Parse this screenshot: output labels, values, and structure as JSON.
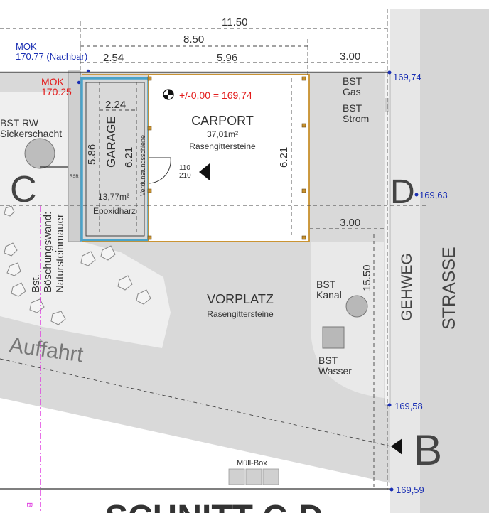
{
  "colors": {
    "ground": "#d9d9d9",
    "gehweg": "#e7e7e7",
    "strasse": "#d6d6d6",
    "garage_outline": "#4aa3c9",
    "carport_outline": "#c8912e",
    "mok_blue": "#1a2fb3",
    "mok_red": "#e31b1b",
    "point_blue": "#1a2fb3",
    "line": "#444444",
    "text": "#333333",
    "section_line": "#e040e0"
  },
  "dimensions": {
    "overall": "11.50",
    "mid": "8.50",
    "left": "2.54",
    "carport_width": "5.96",
    "right_top": "3.00",
    "right_bottom": "3.00",
    "garage_inner_width": "2.24",
    "garage_depth_outer": "5.86",
    "garage_depth_inner": "6.21",
    "carport_depth": "6.21",
    "vertical_right": "15.50"
  },
  "mok": {
    "neighbor_label": "MOK",
    "neighbor_value": "170.77 (Nachbar)",
    "own_label": "MOK",
    "own_value": "170.25"
  },
  "level_marks": {
    "reference": "+/-0,00 = 169,74"
  },
  "elevations": {
    "top_right": "169,74",
    "d_point": "169,63",
    "mid_right": "169,58",
    "bottom_right": "169,59"
  },
  "labels": {
    "bst_rw_line1": "BST RW",
    "bst_rw_line2": "Sickerschacht",
    "bst_gas_line1": "BST",
    "bst_gas_line2": "Gas",
    "bst_strom_line1": "BST",
    "bst_strom_line2": "Strom",
    "carport_title": "CARPORT",
    "carport_area": "37,01m²",
    "carport_surface": "Rasengittersteine",
    "garage_title": "GARAGE",
    "garage_area": "13,77m²",
    "garage_floor": "Epoxidharz",
    "verdunstung": "Verdunstungsschiene",
    "door_w": "110",
    "door_h": "210",
    "rsr": "RSR",
    "wall_line1": "Böschungswand:",
    "wall_line2": "Natursteinmauer",
    "wall_line3": "Bst.",
    "vorplatz_title": "VORPLATZ",
    "vorplatz_surface": "Rasengittersteine",
    "bst_kanal_line1": "BST",
    "bst_kanal_line2": "Kanal",
    "bst_wasser_line1": "BST",
    "bst_wasser_line2": "Wasser",
    "auffahrt": "Auffahrt",
    "muell_box": "Müll-Box",
    "gehweg": "GEHWEG",
    "strasse": "STRASSE",
    "section_c": "C",
    "section_d": "D",
    "section_b": "B",
    "section_b_small": "B",
    "bottom_title": "SCHNITT C-D"
  }
}
